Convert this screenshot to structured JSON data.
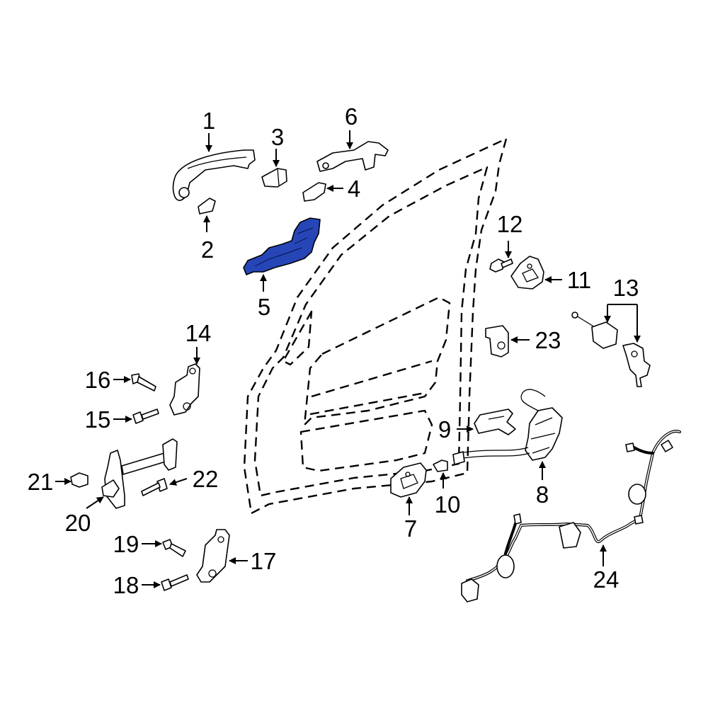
{
  "highlight_color": "#2646b8",
  "highlighted_part": "5",
  "callouts": {
    "p1": "1",
    "p2": "2",
    "p3": "3",
    "p4": "4",
    "p5": "5",
    "p6": "6",
    "p7": "7",
    "p8": "8",
    "p9": "9",
    "p10": "10",
    "p11": "11",
    "p12": "12",
    "p13": "13",
    "p14": "14",
    "p15": "15",
    "p16": "16",
    "p17": "17",
    "p18": "18",
    "p19": "19",
    "p20": "20",
    "p21": "21",
    "p22": "22",
    "p23": "23",
    "p24": "24"
  }
}
